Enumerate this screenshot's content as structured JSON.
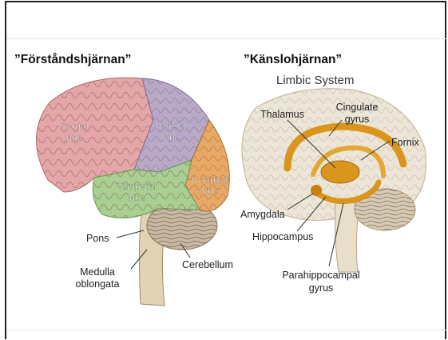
{
  "headings": {
    "left": "”Förståndshjärnan”",
    "right": "”Känslohjärnan”"
  },
  "limbic_title": "Limbic System",
  "left_diagram": {
    "labels": {
      "frontal": [
        "Frontal",
        "lobe"
      ],
      "parietal": [
        "Parietal",
        "lobe"
      ],
      "temporal": [
        "Temporal",
        "lobe"
      ],
      "occipital": [
        "Occipital",
        "lobe"
      ],
      "pons": "Pons",
      "medulla": [
        "Medulla",
        "oblongata"
      ],
      "cerebellum": "Cerebellum"
    }
  },
  "right_diagram": {
    "labels": {
      "thalamus": "Thalamus",
      "cingulate": [
        "Cingulate",
        "gyrus"
      ],
      "fornix": "Fornix",
      "amygdala": "Amygdala",
      "hippocampus": "Hippocampus",
      "parahippocampal": [
        "Parahippocampal",
        "gyrus"
      ]
    }
  },
  "colors": {
    "frontal": "#e4a6a8",
    "parietal": "#b9a9c9",
    "temporal": "#a9cf93",
    "occipital": "#e9a865",
    "cerebellum": "#c9b8a3",
    "brainstem": "#e2d3b4",
    "limbic": "#d9951c",
    "limbic_brain": "#ede6d8"
  }
}
